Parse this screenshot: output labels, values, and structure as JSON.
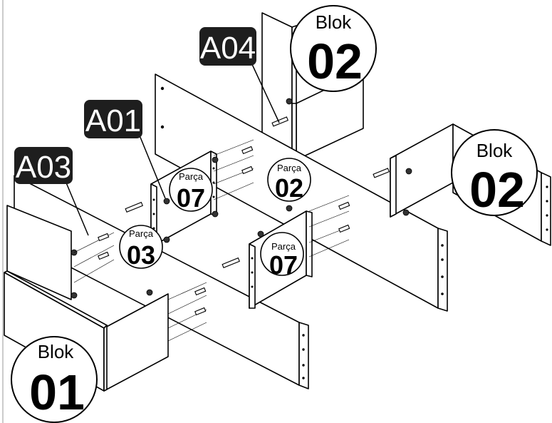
{
  "blocks": {
    "blok_01": {
      "label": "Blok",
      "number": "01"
    },
    "blok_02_top": {
      "label": "Blok",
      "number": "02"
    },
    "blok_02_right": {
      "label": "Blok",
      "number": "02"
    }
  },
  "parts": {
    "parca_07_left": {
      "label": "Parça",
      "number": "07"
    },
    "parca_02": {
      "label": "Parça",
      "number": "02"
    },
    "parca_03": {
      "label": "Parça",
      "number": "03"
    },
    "parca_07_right": {
      "label": "Parça",
      "number": "07"
    }
  },
  "hardware_tags": {
    "a04": "A04",
    "a01": "A01",
    "a03": "A03"
  }
}
